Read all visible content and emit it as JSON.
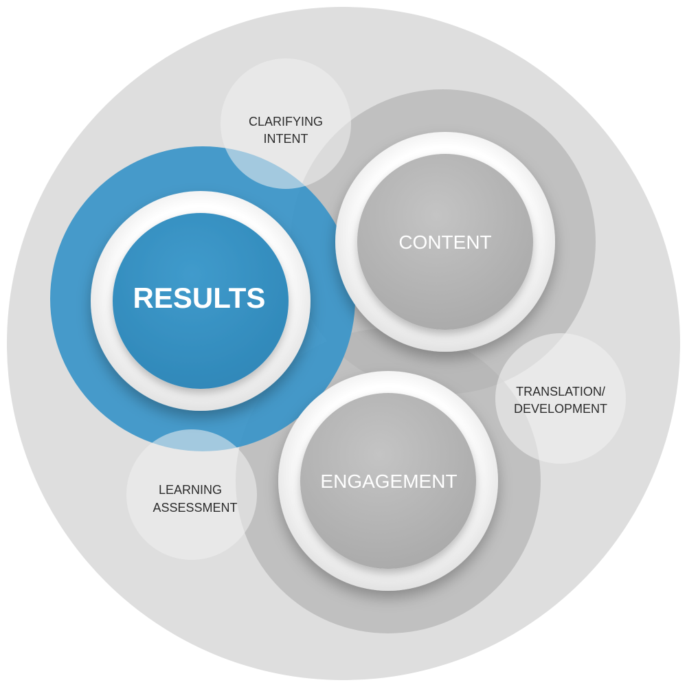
{
  "diagram": {
    "colors": {
      "outer_circle": "#dedede",
      "results_blue": "#3d96c8",
      "results_inner": "#3a93c4",
      "ring_white": "#f7f7f7",
      "gray_inner": "#b8b8b8",
      "gray_halo": "#b5b5b5",
      "bubble": "#ececec",
      "small_text": "#2b2b2b",
      "inner_text": "#ffffff"
    },
    "nodes": {
      "results": {
        "label": "RESULTS"
      },
      "content": {
        "label": "CONTENT"
      },
      "engagement": {
        "label": "ENGAGEMENT"
      }
    },
    "bubbles": {
      "clarifying": {
        "line1": "CLARIFYING",
        "line2": "INTENT"
      },
      "translation": {
        "line1": "TRANSLATION/",
        "line2": "DEVELOPMENT"
      },
      "assessment": {
        "line1": "LEARNING",
        "line2": "ASSESSMENT"
      }
    }
  }
}
